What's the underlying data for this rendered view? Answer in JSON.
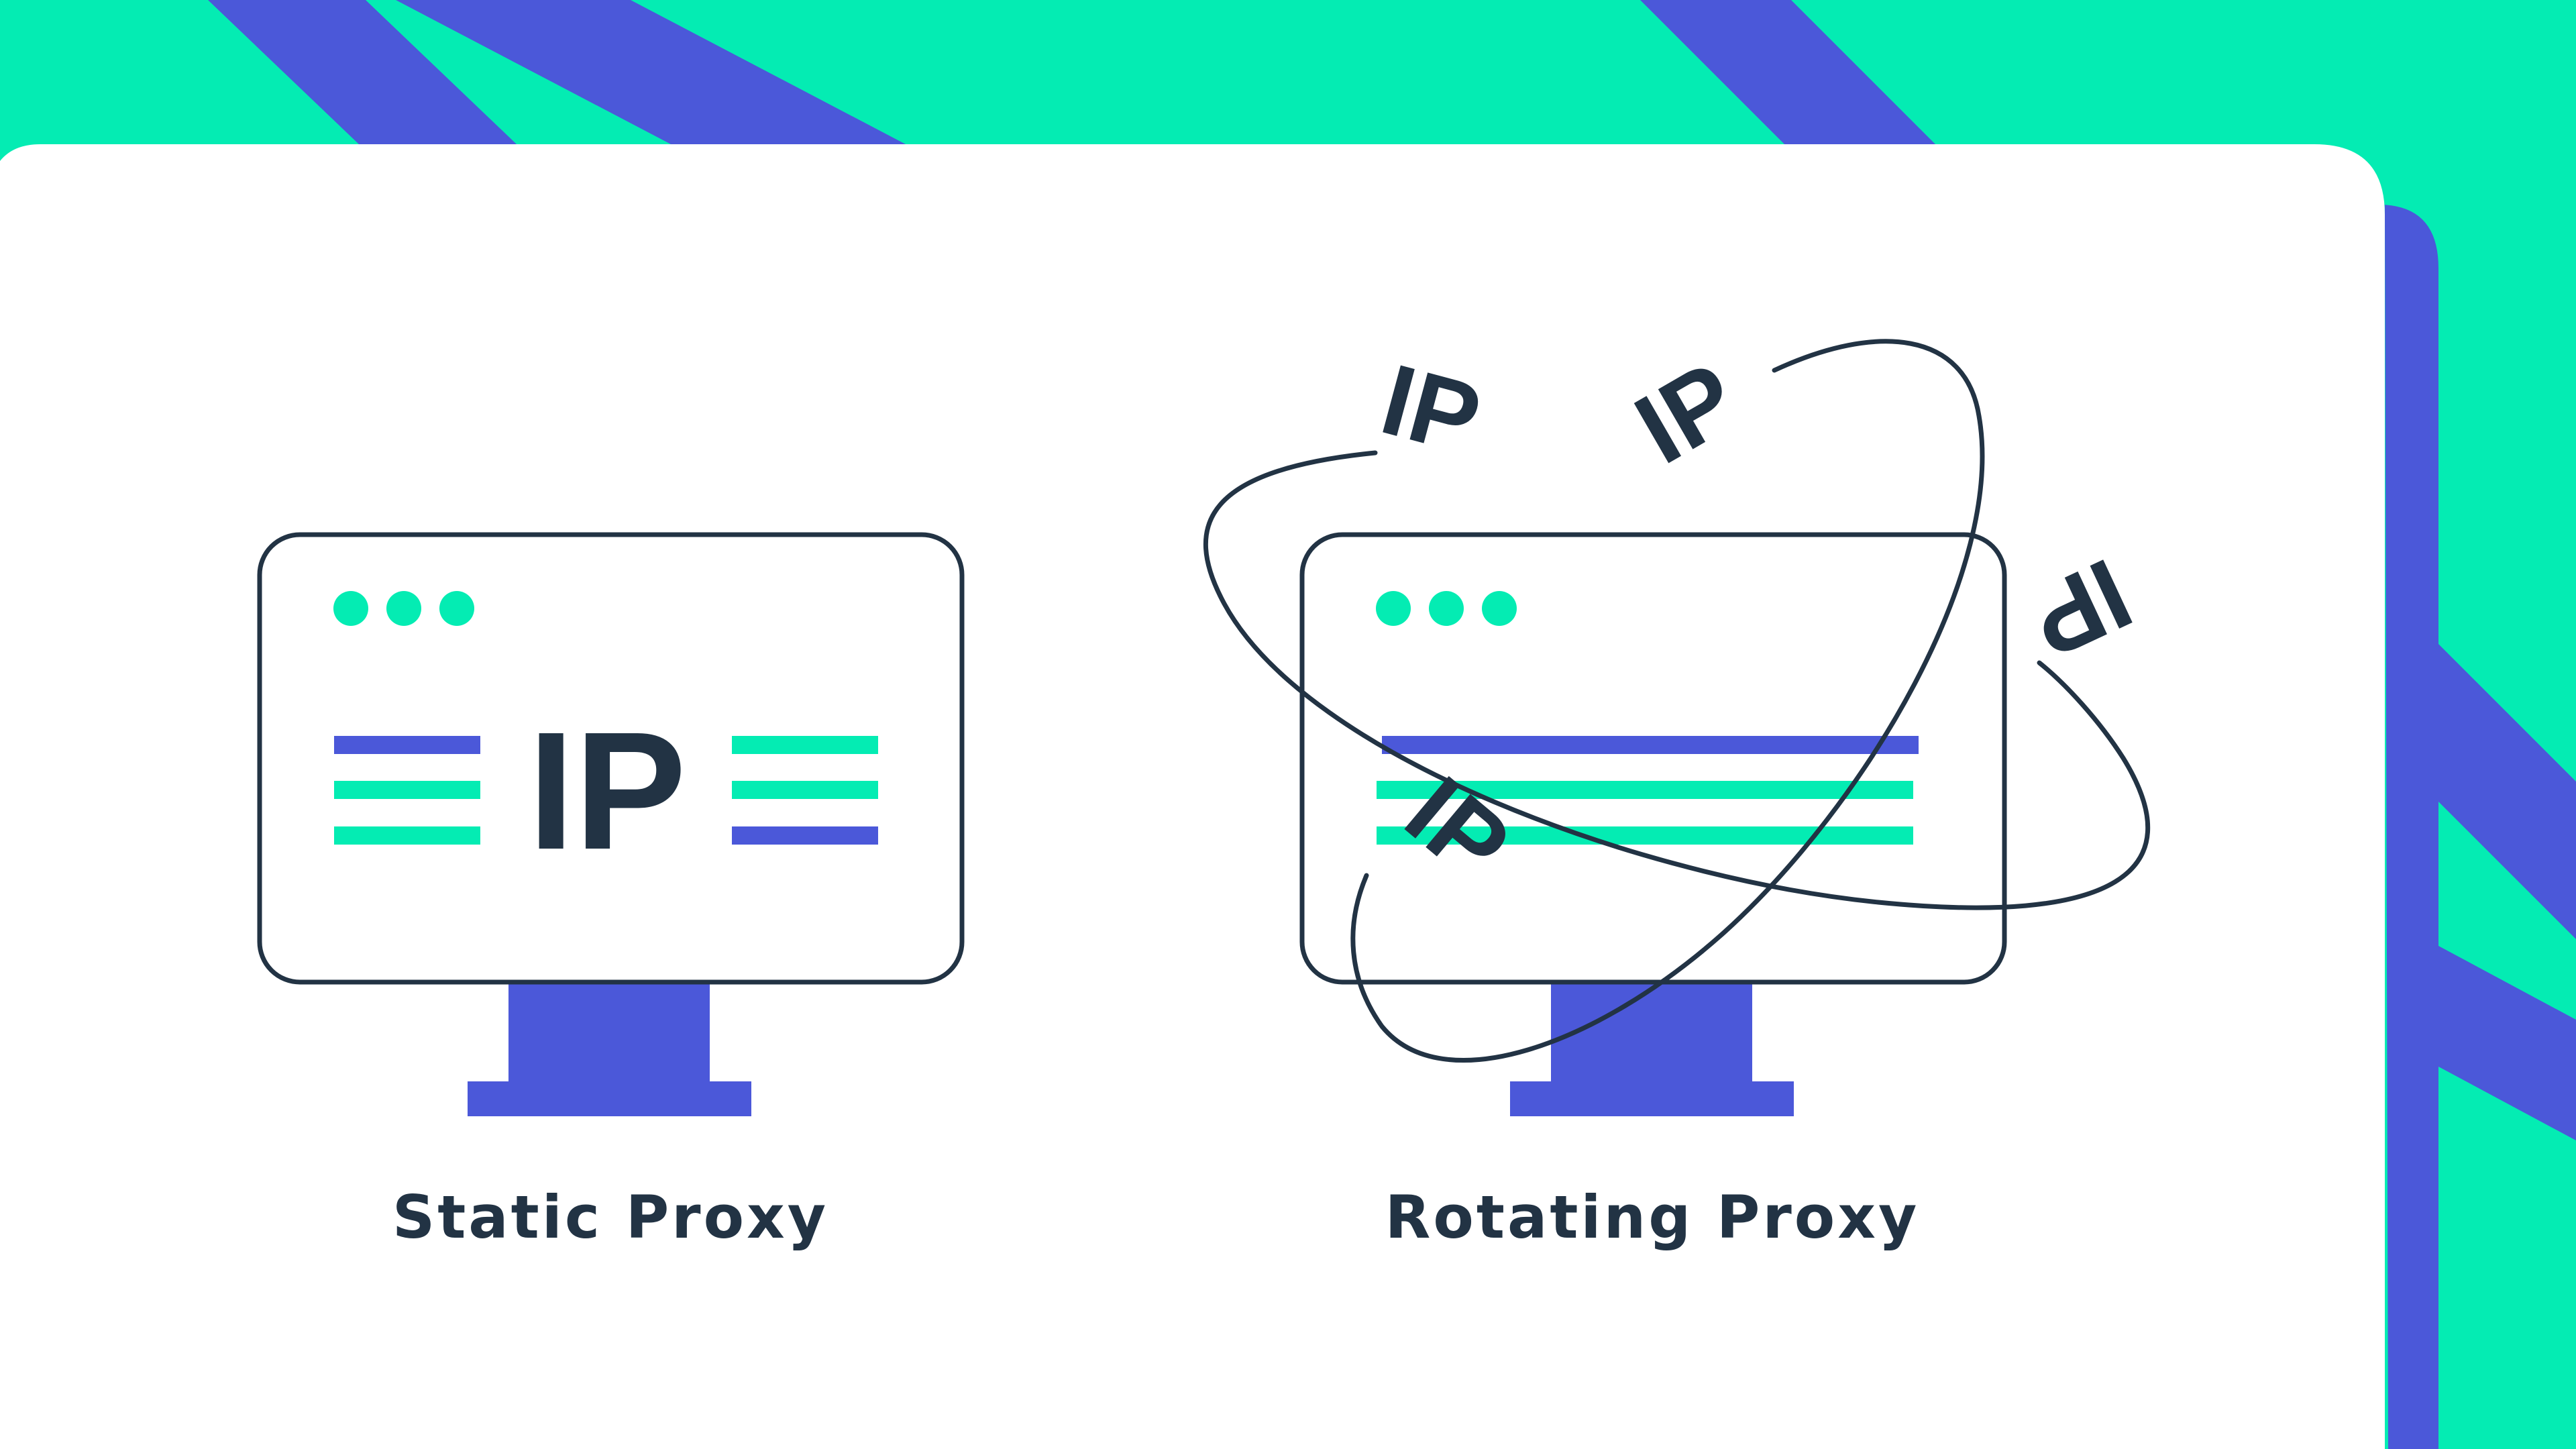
{
  "colors": {
    "background": "#04ecb3",
    "accent_blue": "#4b58d9",
    "accent_green": "#04ecb3",
    "ink": "#223344",
    "card": "#ffffff"
  },
  "static_proxy": {
    "label": "Static Proxy",
    "ip_text": "IP",
    "dots_icon": "window-dots-icon"
  },
  "rotating_proxy": {
    "label": "Rotating Proxy",
    "floating_ips": [
      "IP",
      "IP",
      "IP",
      "IP"
    ],
    "dots_icon": "window-dots-icon"
  }
}
